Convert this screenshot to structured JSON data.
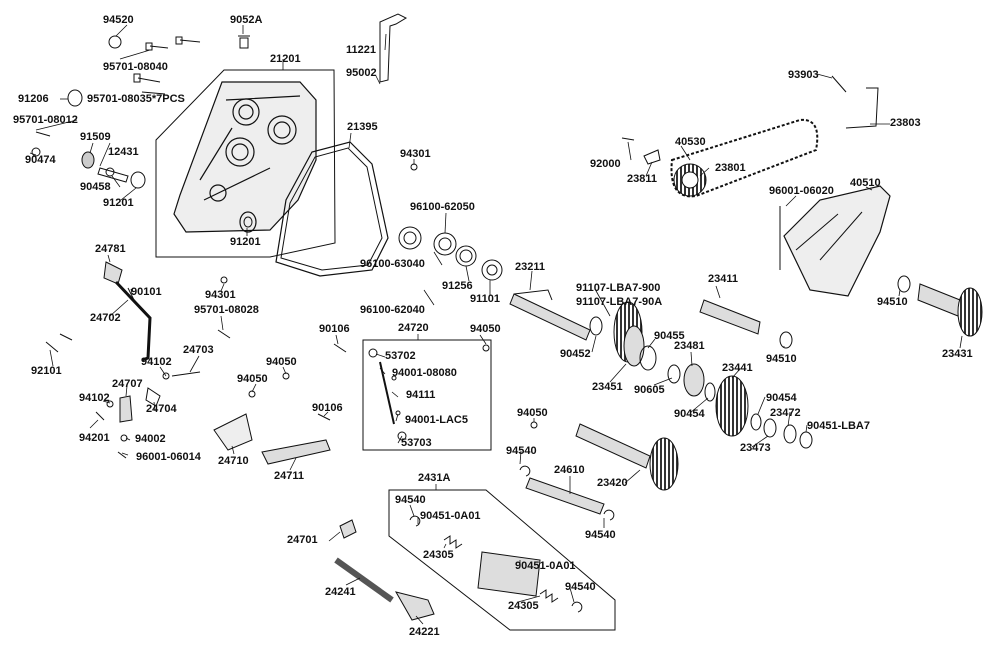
{
  "diagram": {
    "parts": [
      {
        "id": "p94520",
        "label": "94520"
      },
      {
        "id": "p9052A",
        "label": "9052A"
      },
      {
        "id": "p11221",
        "label": "11221"
      },
      {
        "id": "p95002",
        "label": "95002"
      },
      {
        "id": "p21201",
        "label": "21201"
      },
      {
        "id": "p95701_08040",
        "label": "95701-08040"
      },
      {
        "id": "p91206",
        "label": "91206"
      },
      {
        "id": "p95701_08035",
        "label": "95701-08035*7PCS"
      },
      {
        "id": "p95701_08012",
        "label": "95701-08012"
      },
      {
        "id": "p91509",
        "label": "91509"
      },
      {
        "id": "p90474",
        "label": "90474"
      },
      {
        "id": "p12431",
        "label": "12431"
      },
      {
        "id": "p90458",
        "label": "90458"
      },
      {
        "id": "p91201a",
        "label": "91201"
      },
      {
        "id": "p91201b",
        "label": "91201"
      },
      {
        "id": "p21395",
        "label": "21395"
      },
      {
        "id": "p94301a",
        "label": "94301"
      },
      {
        "id": "p96100_62050",
        "label": "96100-62050"
      },
      {
        "id": "p96100_63040",
        "label": "96100-63040"
      },
      {
        "id": "p91256",
        "label": "91256"
      },
      {
        "id": "p91101",
        "label": "91101"
      },
      {
        "id": "p96100_62040",
        "label": "96100-62040"
      },
      {
        "id": "p93903",
        "label": "93903"
      },
      {
        "id": "p23803",
        "label": "23803"
      },
      {
        "id": "p40530",
        "label": "40530"
      },
      {
        "id": "p92000",
        "label": "92000"
      },
      {
        "id": "p23801",
        "label": "23801"
      },
      {
        "id": "p23811",
        "label": "23811"
      },
      {
        "id": "p96001_06020",
        "label": "96001-06020"
      },
      {
        "id": "p40510",
        "label": "40510"
      },
      {
        "id": "p24781",
        "label": "24781"
      },
      {
        "id": "p90101",
        "label": "90101"
      },
      {
        "id": "p94301b",
        "label": "94301"
      },
      {
        "id": "p95701_08028",
        "label": "95701-08028"
      },
      {
        "id": "p24702",
        "label": "24702"
      },
      {
        "id": "p92101",
        "label": "92101"
      },
      {
        "id": "p90106a",
        "label": "90106"
      },
      {
        "id": "p24720",
        "label": "24720"
      },
      {
        "id": "p94050a",
        "label": "94050"
      },
      {
        "id": "p53702",
        "label": "53702"
      },
      {
        "id": "p94001_08080",
        "label": "94001-08080"
      },
      {
        "id": "p94111",
        "label": "94111"
      },
      {
        "id": "p94001_LAC5",
        "label": "94001-LAC5"
      },
      {
        "id": "p53703",
        "label": "53703"
      },
      {
        "id": "p24703",
        "label": "24703"
      },
      {
        "id": "p94102a",
        "label": "94102"
      },
      {
        "id": "p94050b",
        "label": "94050"
      },
      {
        "id": "p94050c",
        "label": "94050"
      },
      {
        "id": "p24707",
        "label": "24707"
      },
      {
        "id": "p94102b",
        "label": "94102"
      },
      {
        "id": "p24704",
        "label": "24704"
      },
      {
        "id": "p94201",
        "label": "94201"
      },
      {
        "id": "p94002",
        "label": "94002"
      },
      {
        "id": "p96001_06014",
        "label": "96001-06014"
      },
      {
        "id": "p24710",
        "label": "24710"
      },
      {
        "id": "p90106b",
        "label": "90106"
      },
      {
        "id": "p24711",
        "label": "24711"
      },
      {
        "id": "p23211",
        "label": "23211"
      },
      {
        "id": "p91107_LBA7_900",
        "label": "91107-LBA7-900"
      },
      {
        "id": "p91107_LBA7_90A",
        "label": "91107-LBA7-90A"
      },
      {
        "id": "p90455",
        "label": "90455"
      },
      {
        "id": "p90452",
        "label": "90452"
      },
      {
        "id": "p23481",
        "label": "23481"
      },
      {
        "id": "p23451",
        "label": "23451"
      },
      {
        "id": "p90605",
        "label": "90605"
      },
      {
        "id": "p23411",
        "label": "23411"
      },
      {
        "id": "p94510a",
        "label": "94510"
      },
      {
        "id": "p94510b",
        "label": "94510"
      },
      {
        "id": "p23431",
        "label": "23431"
      },
      {
        "id": "p23441",
        "label": "23441"
      },
      {
        "id": "p90454a",
        "label": "90454"
      },
      {
        "id": "p90454b",
        "label": "90454"
      },
      {
        "id": "p23472",
        "label": "23472"
      },
      {
        "id": "p90451_LBA7",
        "label": "90451-LBA7"
      },
      {
        "id": "p23473",
        "label": "23473"
      },
      {
        "id": "p94050d",
        "label": "94050"
      },
      {
        "id": "p94540a",
        "label": "94540"
      },
      {
        "id": "p24610",
        "label": "24610"
      },
      {
        "id": "p23420",
        "label": "23420"
      },
      {
        "id": "p94540b",
        "label": "94540"
      },
      {
        "id": "p2431A",
        "label": "2431A"
      },
      {
        "id": "p94540c",
        "label": "94540"
      },
      {
        "id": "p90451_0A01a",
        "label": "90451-0A01"
      },
      {
        "id": "p24305a",
        "label": "24305"
      },
      {
        "id": "p90451_0A01b",
        "label": "90451-0A01"
      },
      {
        "id": "p94540d",
        "label": "94540"
      },
      {
        "id": "p24305b",
        "label": "24305"
      },
      {
        "id": "p24701",
        "label": "24701"
      },
      {
        "id": "p24241",
        "label": "24241"
      },
      {
        "id": "p24221",
        "label": "24221"
      }
    ]
  }
}
